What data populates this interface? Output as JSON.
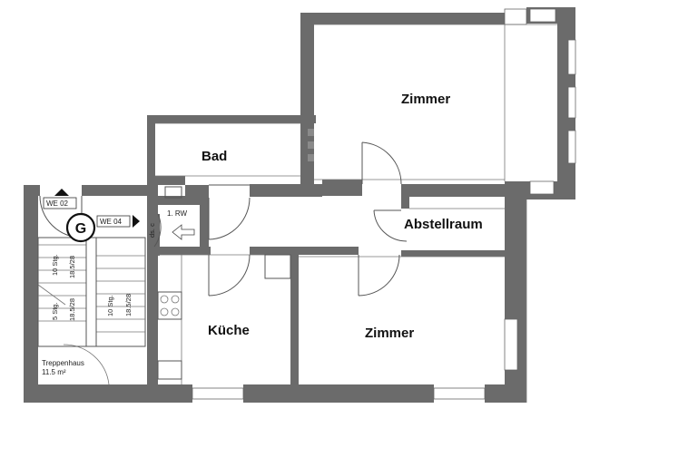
{
  "rooms": {
    "zimmer_top": "Zimmer",
    "bad": "Bad",
    "abstellraum": "Abstellraum",
    "kueche": "Küche",
    "zimmer_bottom": "Zimmer"
  },
  "stairwell": {
    "marker_letter": "G",
    "unit_top": "WE 02",
    "unit_right": "WE 04",
    "flight_a_count": "10 Stg.",
    "flight_a_ratio": "18.5/28",
    "flight_b_count": "5 Stg.",
    "flight_b_ratio": "18.5/28",
    "flight_c_count": "10 Stg.",
    "flight_c_ratio": "18.5/28",
    "name": "Treppenhaus",
    "area": "11.5 m²"
  },
  "shaft": {
    "label": "1. RW",
    "note": "ds. c"
  },
  "colors": {
    "wall": "#6b6b6b",
    "background": "#ffffff"
  }
}
